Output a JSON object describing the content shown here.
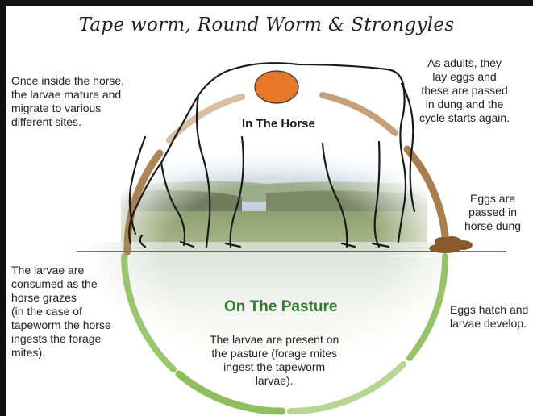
{
  "title": "Tape worm, Round Worm & Strongyles",
  "labels": {
    "in_horse": "In The Horse",
    "on_pasture": "On The Pasture"
  },
  "captions": {
    "left_top": "Once inside the horse,\nthe larvae mature and\nmigrate to various\ndifferent sites.",
    "right_top": "As adults, they\nlay eggs and\nthese are passed\nin  dung and the\ncycle starts again.",
    "eggs_dung": "Eggs are\npassed in\nhorse dung",
    "left_bottom": "The larvae are\nconsumed as the\nhorse grazes\n(in the case of\ntapeworm the horse\ningests the forage\nmites).",
    "right_bottom": "Eggs hatch and\nlarvae develop.",
    "center_bottom": "The larvae are present on\nthe pasture (forage mites\ningest the tapeworm\nlarvae)."
  },
  "colors": {
    "upper_arc": "#a0703a",
    "lower_arc": "#7cb342",
    "parasite": "#e8772a",
    "dung": "#8a5a2b",
    "pasture_label": "#2f7a2f"
  }
}
